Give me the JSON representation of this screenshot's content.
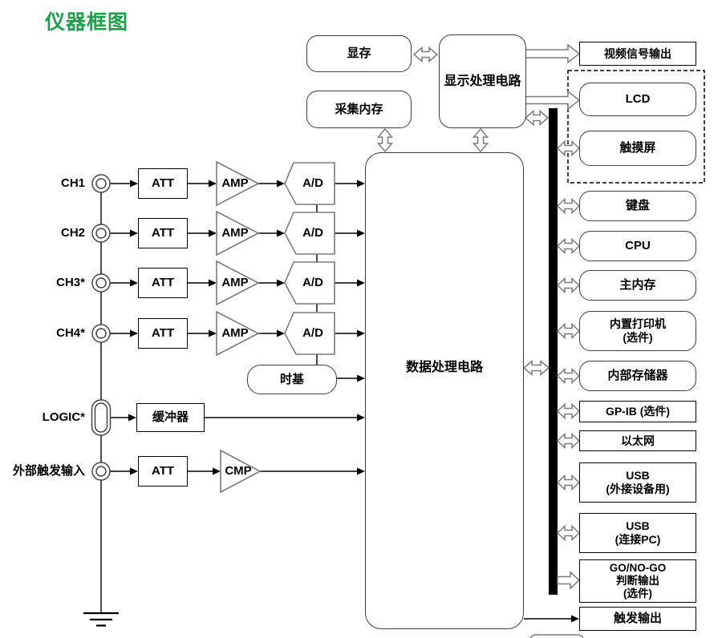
{
  "title": "仪器框图",
  "colors": {
    "title": "#1aa24b",
    "line": "#000000",
    "shape_stroke": "#7b7b7b",
    "bus": "#000000"
  },
  "inputs": {
    "channels": [
      {
        "label": "CH1",
        "att": "ATT",
        "amp": "AMP",
        "adc": "A/D"
      },
      {
        "label": "CH2",
        "att": "ATT",
        "amp": "AMP",
        "adc": "A/D"
      },
      {
        "label": "CH3*",
        "att": "ATT",
        "amp": "AMP",
        "adc": "A/D"
      },
      {
        "label": "CH4*",
        "att": "ATT",
        "amp": "AMP",
        "adc": "A/D"
      }
    ],
    "logic": {
      "label": "LOGIC*",
      "buffer": "缓冲器"
    },
    "external_trigger": {
      "label": "外部触发输入",
      "att": "ATT",
      "cmp": "CMP"
    }
  },
  "core": {
    "display_memory": "显存",
    "acquisition_memory": "采集内存",
    "display_processor": "显示处理电路",
    "data_processor": "数据处理电路",
    "timebase": "时基"
  },
  "right": {
    "video_output": "视频信号输出",
    "lcd": "LCD",
    "touch_screen": "触摸屏",
    "keyboard": "键盘",
    "cpu": "CPU",
    "main_memory": "主内存",
    "builtin_printer": {
      "line1": "内置打印机",
      "line2": "(选件)"
    },
    "internal_storage": "内部存储器",
    "gpib": "GP-IB (选件)",
    "ethernet": "以太网",
    "usb_peripheral": {
      "line1": "USB",
      "line2": "(外接设备用)"
    },
    "usb_pc": {
      "line1": "USB",
      "line2": "(连接PC)"
    },
    "go_nogo": {
      "line1": "GO/NO-GO",
      "line2": "判断输出",
      "line3": "(选件)"
    },
    "trigger_output": "触发输出"
  }
}
